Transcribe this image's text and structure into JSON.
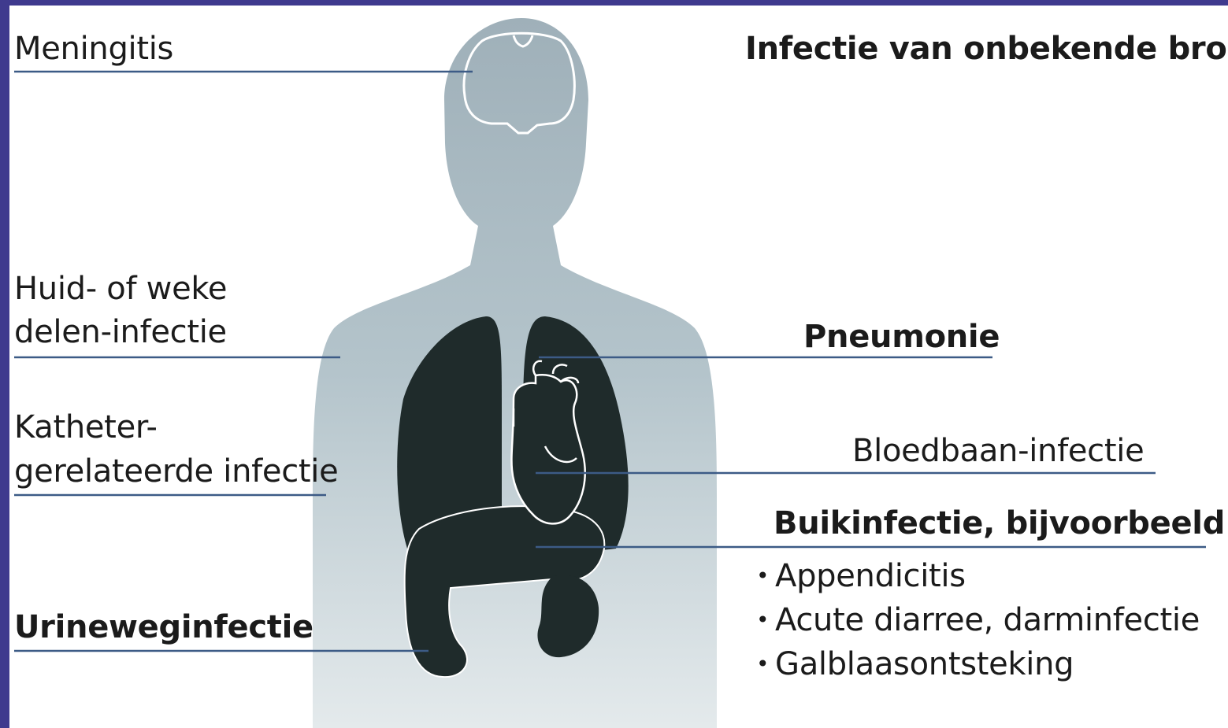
{
  "title": "Infectie van onbekende bron",
  "labels": {
    "meningitis": "Meningitis",
    "huid_line1": "Huid- of weke",
    "huid_line2": "delen-infectie",
    "katheter_line1": "Katheter-",
    "katheter_line2": "gerelateerde infectie",
    "urineweg": "Urineweginfectie",
    "pneumonie": "Pneumonie",
    "bloedbaan": "Bloedbaan-infectie",
    "buik": "Buikinfectie, bijvoorbeeld"
  },
  "buik_examples": [
    "Appendicitis",
    "Acute diarree, darminfectie",
    "Galblaasontsteking"
  ],
  "colors": {
    "frame": "#3f3a8e",
    "silhouette": "#a9b7bf",
    "organs": "#1f2b2b",
    "leader_lines": "#3c5b86",
    "text": "#1b1b1b"
  }
}
